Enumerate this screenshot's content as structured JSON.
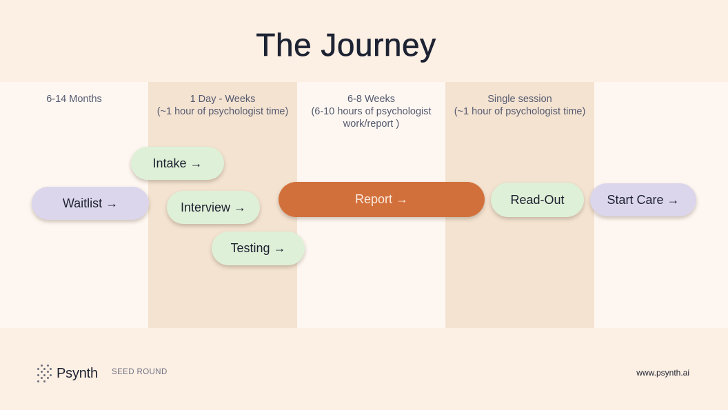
{
  "title": "The Journey",
  "columns": [
    {
      "label": "6-14 Months"
    },
    {
      "label": "1 Day -  Weeks\n(~1 hour of psychologist time)"
    },
    {
      "label": "6-8 Weeks\n(6-10 hours of psychologist\nwork/report )"
    },
    {
      "label": "Single session\n(~1 hour of psychologist time)"
    }
  ],
  "steps": {
    "waitlist": "Waitlist →",
    "intake": "Intake →",
    "interview": "Interview →",
    "testing": "Testing →",
    "report": "Report →",
    "readout": "Read-Out",
    "start_care": "Start Care →"
  },
  "footer": {
    "brand": "Psynth",
    "round": "SEED ROUND",
    "url": "www.psynth.ai"
  },
  "colors": {
    "background": "#fcefe3",
    "band": "#fef7f1",
    "shaded_column": "#f4e3d1",
    "purple_step": "#dcd6ec",
    "green_step": "#dff0d8",
    "report_step": "#d2703c"
  },
  "icons": [
    "psynth-logo-icon"
  ]
}
